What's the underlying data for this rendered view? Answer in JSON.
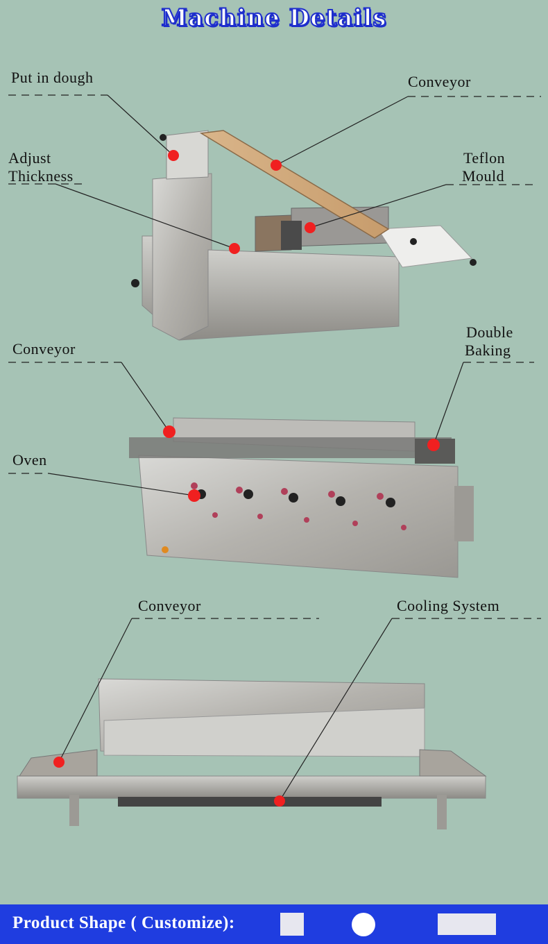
{
  "header": {
    "title": "Machine Details"
  },
  "section1": {
    "labels": {
      "put_in_dough": "Put in dough",
      "conveyor": "Conveyor",
      "adjust_line1": "Adjust",
      "adjust_line2": "Thickness",
      "teflon_line1": "Teflon",
      "teflon_line2": "Mould"
    }
  },
  "section2": {
    "labels": {
      "conveyor": "Conveyor",
      "double_line1": "Double",
      "double_line2": "Baking",
      "oven": "Oven"
    }
  },
  "section3": {
    "labels": {
      "conveyor": "Conveyor",
      "cooling": "Cooling System"
    }
  },
  "footer": {
    "product_shape": "Product Shape ( Customize):"
  },
  "colors": {
    "background": "#a6c3b5",
    "marker": "#f02020",
    "footer": "#1f3de0",
    "title_outline": "#1e2ecc"
  }
}
